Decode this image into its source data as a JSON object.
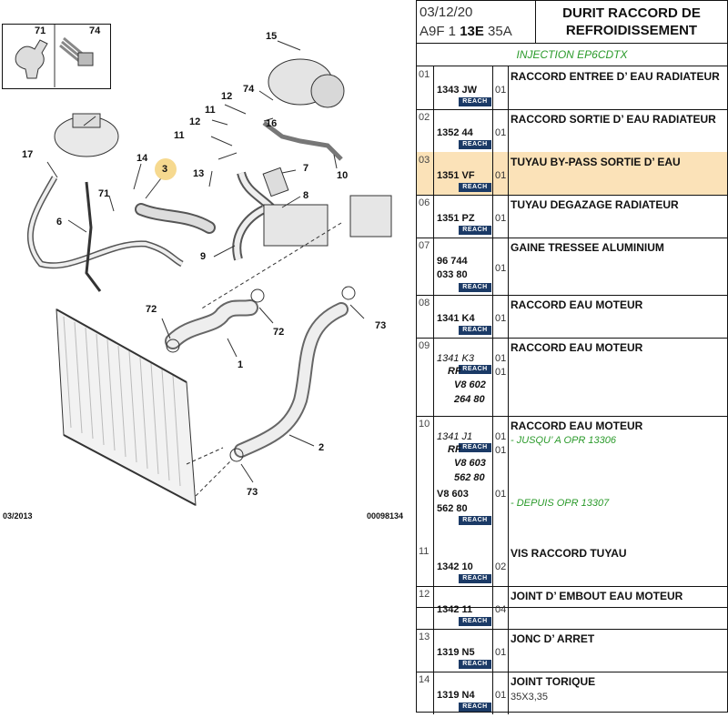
{
  "diagram": {
    "date_code": "03/2013",
    "image_ref": "00098134",
    "inset_labels": [
      "71",
      "74"
    ],
    "callouts": [
      "15",
      "74",
      "12",
      "11",
      "12",
      "16",
      "11",
      "10",
      "7",
      "8",
      "17",
      "14",
      "3",
      "13",
      "71",
      "6",
      "9",
      "72",
      "72",
      "73",
      "1",
      "2",
      "73"
    ]
  },
  "header": {
    "date": "03/12/20",
    "code_prefix": "A9F 1 ",
    "code_bold": "13E",
    "code_suffix": " 35A",
    "title": "DURIT RACCORD DE REFROIDISSEMENT"
  },
  "variant": "INJECTION EP6CDTX",
  "reach_label": "REACH",
  "rows": [
    {
      "index": "01",
      "ref": "1343 JW",
      "qty": "01",
      "desc": "RACCORD ENTREE D’ EAU RADIATEUR"
    },
    {
      "index": "02",
      "ref": "1352 44",
      "qty": "01",
      "desc": "RACCORD SORTIE D’ EAU RADIATEUR"
    },
    {
      "index": "03",
      "ref": "1351 VF",
      "qty": "01",
      "desc": "TUYAU BY-PASS SORTIE D’ EAU"
    },
    {
      "index": "06",
      "ref": "1351 PZ",
      "qty": "01",
      "desc": "TUYAU DEGAZAGE RADIATEUR"
    },
    {
      "index": "07",
      "ref_a": "96 744",
      "ref_b": "033 80",
      "qty": "01",
      "desc": "GAINE TRESSEE ALUMINIUM"
    },
    {
      "index": "08",
      "ref": "1341 K4",
      "qty": "01",
      "desc": "RACCORD EAU MOTEUR"
    },
    {
      "index": "09",
      "ref": "1341 K3",
      "ref_r": "RF",
      "ref_c": "V8 602",
      "ref_d": "264 80",
      "qty_a": "01",
      "qty_b": "01",
      "desc": "RACCORD EAU MOTEUR"
    },
    {
      "index": "10",
      "ref": "1341 J1",
      "ref_r": "RF",
      "ref_c": "V8 603",
      "ref_d": "562 80",
      "ref_e": "V8 603",
      "ref_f": "562 80",
      "qty_a": "01",
      "qty_b": "01",
      "qty_c": "01",
      "desc": "RACCORD EAU MOTEUR",
      "note_a": "- JUSQU’ A OPR 13306",
      "note_b": "- DEPUIS OPR 13307"
    },
    {
      "index": "11",
      "ref": "1342 10",
      "qty": "02",
      "desc": "VIS RACCORD TUYAU"
    },
    {
      "index": "12",
      "ref": "1342 11",
      "qty": "04",
      "desc": "JOINT D’ EMBOUT EAU MOTEUR"
    },
    {
      "index": "13",
      "ref": "1319 N5",
      "qty": "01",
      "desc": "JONC D’ ARRET"
    },
    {
      "index": "14",
      "ref": "1319 N4",
      "qty": "01",
      "desc": "JOINT TORIQUE",
      "dims": "35X3,35"
    }
  ]
}
